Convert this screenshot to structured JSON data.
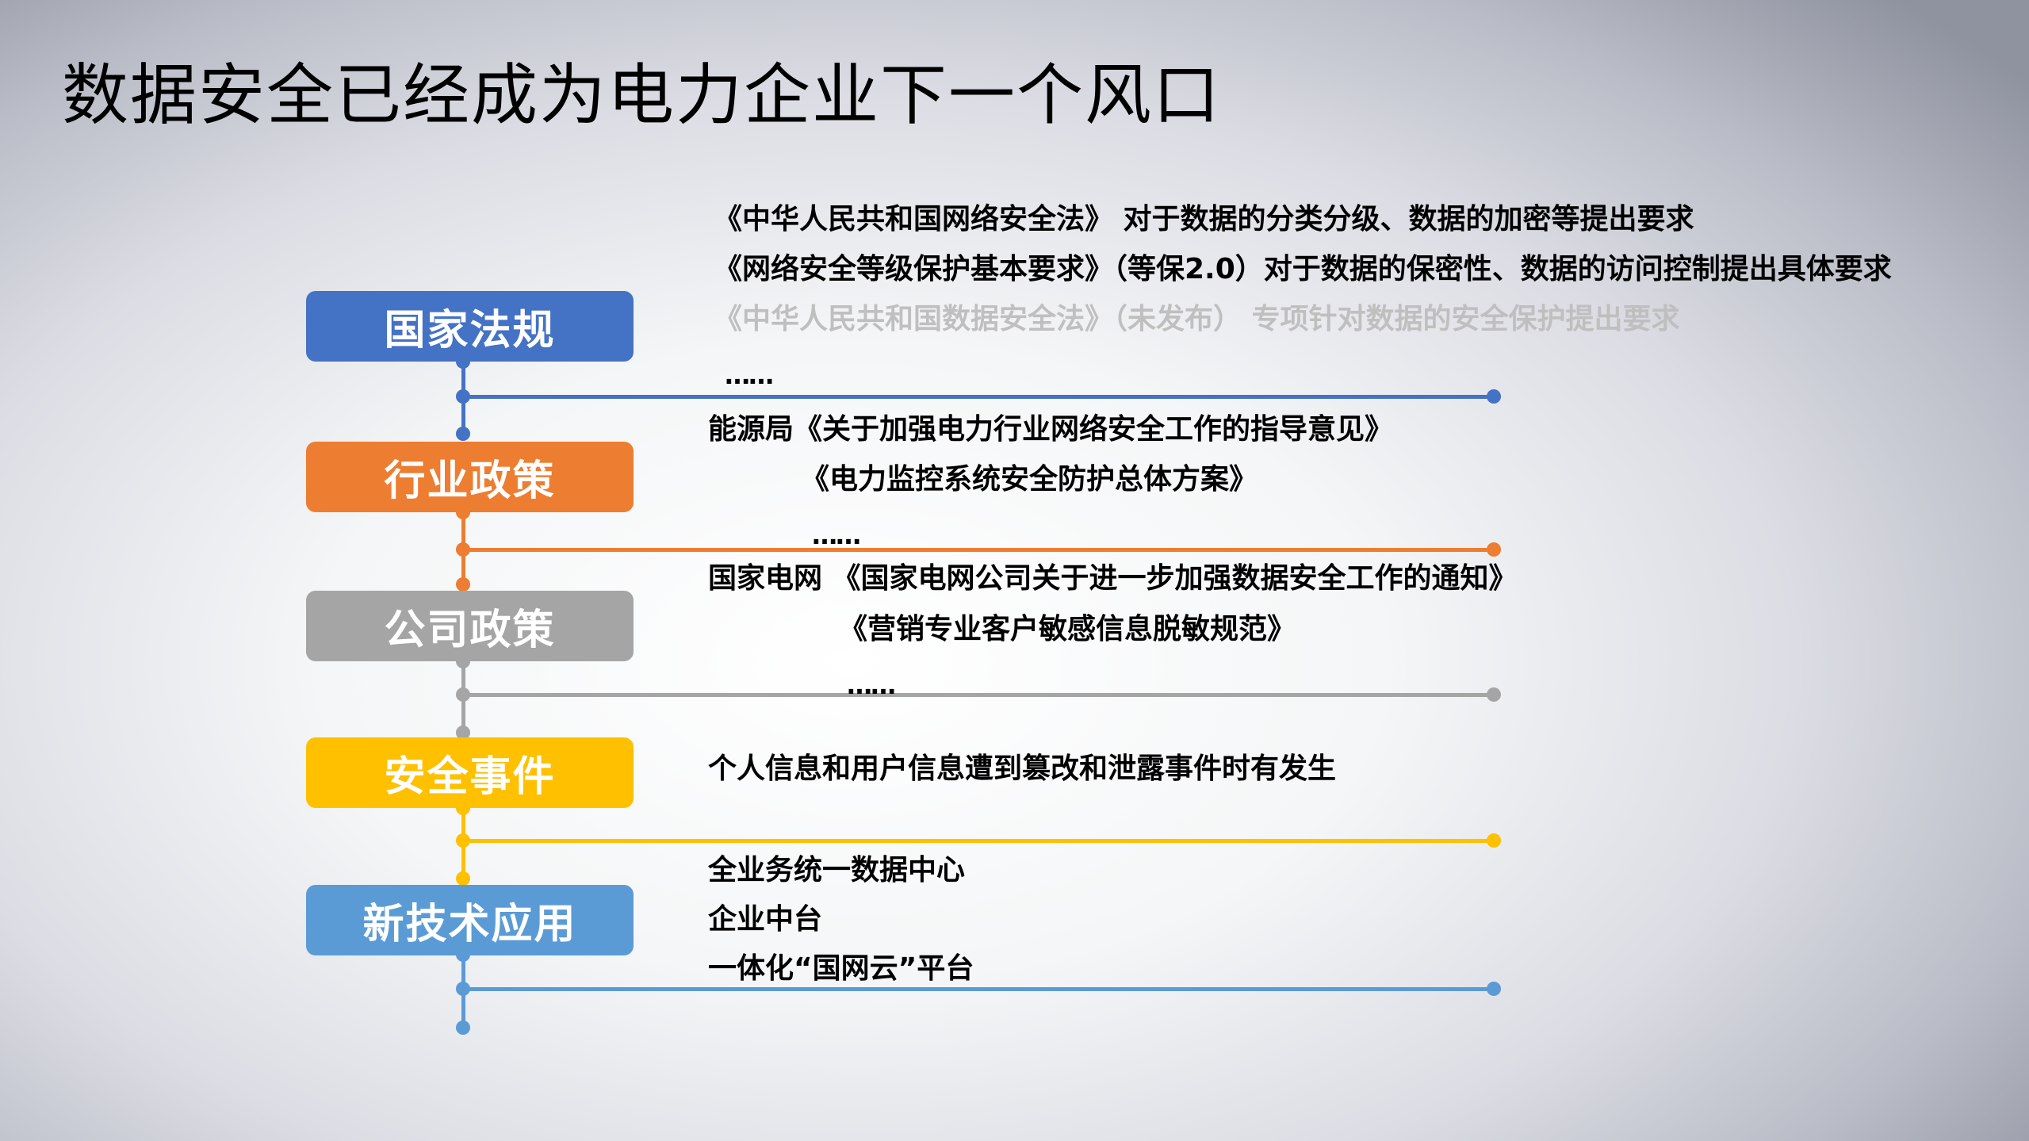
{
  "title": "数据安全已经成为电力企业下一个风口",
  "colors": {
    "national": "#4472c4",
    "industry": "#ed7d31",
    "company": "#a5a5a5",
    "incident": "#ffc000",
    "newtech": "#5b9bd5",
    "muted_text": "#bfbfbf"
  },
  "categories": [
    {
      "label": "国家法规",
      "lines": [
        "《中华人民共和国网络安全法》 对于数据的分类分级、数据的加密等提出要求",
        "《网络安全等级保护基本要求》（等保2.0）对于数据的保密性、数据的访问控制提出具体要求",
        "《中华人民共和国数据安全法》（未发布） 专项针对数据的安全保护提出要求"
      ],
      "ellipsis": "……"
    },
    {
      "label": "行业政策",
      "lines": [
        "能源局《关于加强电力行业网络安全工作的指导意见》",
        "《电力监控系统安全防护总体方案》"
      ],
      "ellipsis": "……"
    },
    {
      "label": "公司政策",
      "lines": [
        "国家电网 《国家电网公司关于进一步加强数据安全工作的通知》",
        "《营销专业客户敏感信息脱敏规范》"
      ],
      "ellipsis": "……"
    },
    {
      "label": "安全事件",
      "lines": [
        "个人信息和用户信息遭到篡改和泄露事件时有发生"
      ]
    },
    {
      "label": "新技术应用",
      "lines": [
        "全业务统一数据中心",
        "企业中台",
        "一体化“国网云”平台"
      ]
    }
  ]
}
